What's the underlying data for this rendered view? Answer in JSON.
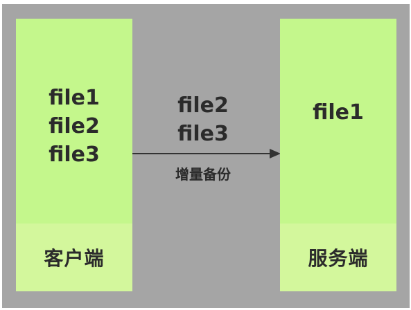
{
  "colors": {
    "background": "#a5a5a5",
    "panel_main": "#c4f78c",
    "panel_footer": "#d3f79c",
    "text": "#2b2b2b",
    "arrow": "#333333"
  },
  "client": {
    "label": "客户端",
    "files": [
      "file1",
      "file2",
      "file3"
    ]
  },
  "transfer": {
    "files": [
      "file2",
      "file3"
    ],
    "label": "增量备份"
  },
  "server": {
    "label": "服务端",
    "files": [
      "file1"
    ]
  }
}
